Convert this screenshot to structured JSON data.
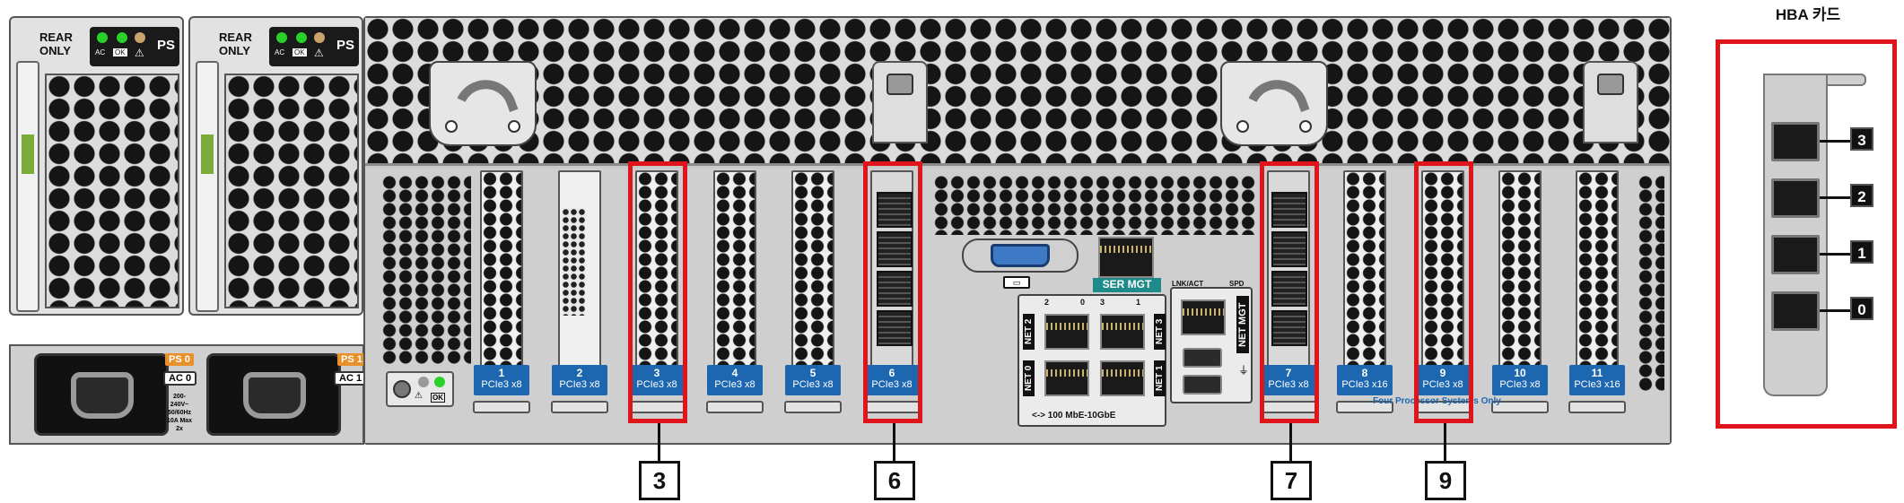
{
  "hba_title": "HBA 카드",
  "hba_ports": [
    "3",
    "2",
    "1",
    "0"
  ],
  "callouts": [
    "3",
    "6",
    "7",
    "9"
  ],
  "psu": [
    {
      "rear": [
        "REAR",
        "ONLY"
      ],
      "ps": "PS",
      "ac": "AC",
      "ok": "OK",
      "tag": "PS 0",
      "ac_tag": "AC 0",
      "rating": [
        "200-240V~",
        "50/60Hz",
        "10A Max",
        "2x"
      ]
    },
    {
      "rear": [
        "REAR",
        "ONLY"
      ],
      "ps": "PS",
      "ac": "AC",
      "ok": "OK",
      "tag": "PS 1",
      "ac_tag": "AC 1"
    }
  ],
  "slots": [
    {
      "n": "1",
      "t": "PCIe3 x8"
    },
    {
      "n": "2",
      "t": "PCIe3 x8"
    },
    {
      "n": "3",
      "t": "PCIe3 x8"
    },
    {
      "n": "4",
      "t": "PCIe3 x8"
    },
    {
      "n": "5",
      "t": "PCIe3 x8"
    },
    {
      "n": "6",
      "t": "PCIe3 x8"
    },
    {
      "n": "7",
      "t": "PCIe3 x8"
    },
    {
      "n": "8",
      "t": "PCIe3 x16"
    },
    {
      "n": "9",
      "t": "PCIe3 x8"
    },
    {
      "n": "10",
      "t": "PCIe3 x8"
    },
    {
      "n": "11",
      "t": "PCIe3 x16"
    }
  ],
  "four_processor_note": "Four Processor Systems Only",
  "io": {
    "ser_mgt": "SER MGT",
    "net_mgt": "NET MGT",
    "lnk_act": "LNK/ACT",
    "spd": "SPD",
    "net_labels": [
      "NET 2",
      "NET 0",
      "NET 3",
      "NET 1"
    ],
    "speed": "<-> 100 MbE-10GbE",
    "port_marks": [
      "2",
      "0",
      "3",
      "1"
    ],
    "ok": "OK"
  },
  "colors": {
    "highlight": "#e0141b",
    "slot_label": "#1d67b0",
    "ser_mgt": "#1e8a8a",
    "led_green": "#2ad12a",
    "psu_tag": "#e8912a"
  }
}
